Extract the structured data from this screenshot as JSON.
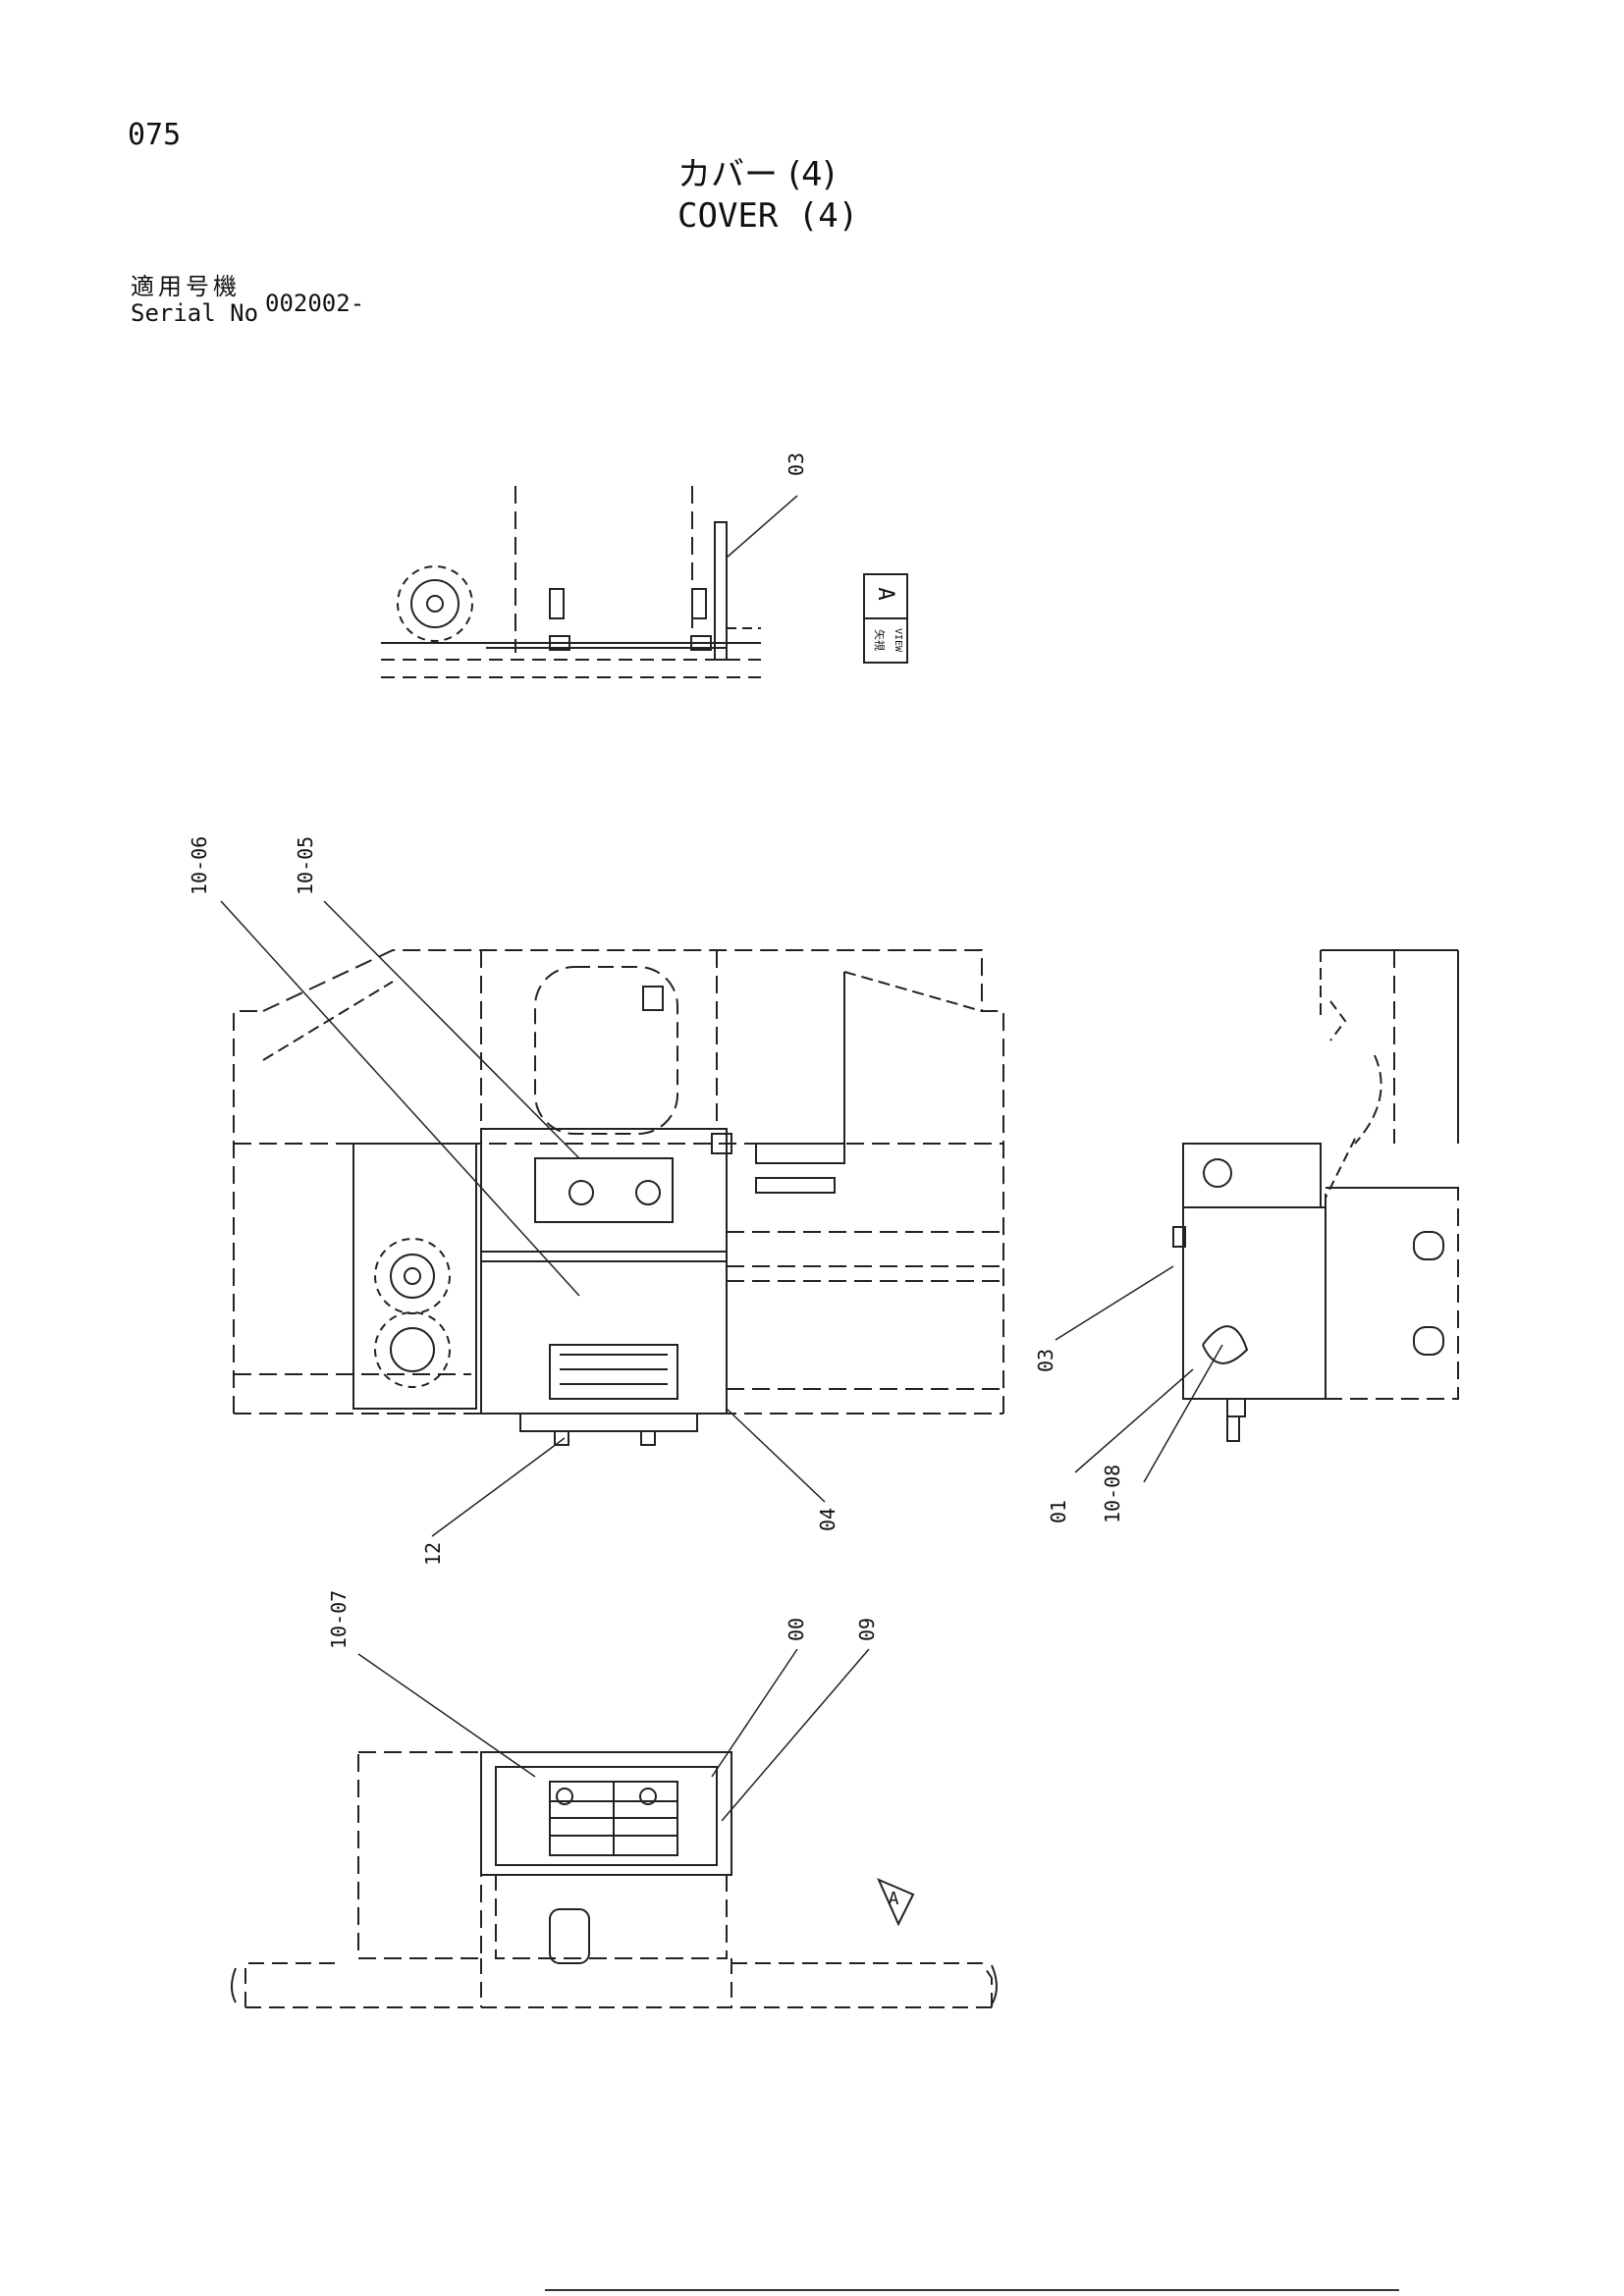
{
  "page_number": "075",
  "title_ja": "カバー (4)",
  "title_en": "COVER (4)",
  "serial": {
    "label_ja": "適用号機",
    "label_en": "Serial No",
    "value": "002002-"
  },
  "view_label": {
    "letter": "A",
    "ja": "矢視",
    "en": "VIEW"
  },
  "callouts": {
    "c03_top": "03",
    "c10_06": "10-06",
    "c10_05": "10-05",
    "c12": "12",
    "c04": "04",
    "c03_side": "03",
    "c01": "01",
    "c10_08": "10-08",
    "c10_07": "10-07",
    "c00": "00",
    "c09": "09"
  },
  "view_arrow_letter": "A"
}
